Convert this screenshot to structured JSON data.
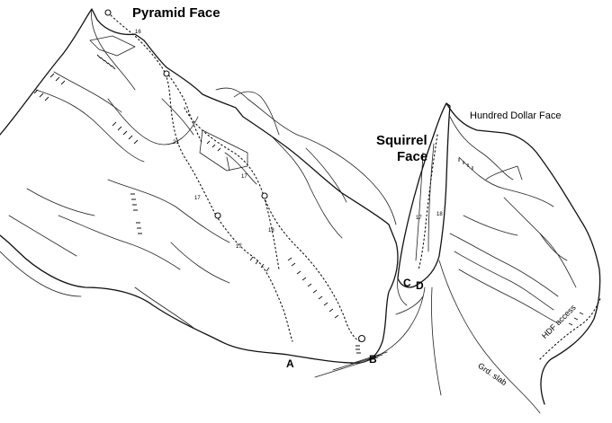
{
  "faces": {
    "pyramid": "Pyramid Face",
    "squirrel_line1": "Squirrel",
    "squirrel_line2": "Face",
    "hundred_dollar": "Hundred Dollar Face"
  },
  "access": {
    "point_a": "A",
    "point_b": "B",
    "point_c": "C",
    "point_d": "D",
    "hdf_access": "HDF access",
    "slab": "Grd. slab"
  },
  "pitch_numbers": [
    "16",
    "21",
    "17",
    "18",
    "17",
    "17",
    "18",
    "17"
  ],
  "colors": {
    "ink": "#111111",
    "paper": "#ffffff"
  }
}
